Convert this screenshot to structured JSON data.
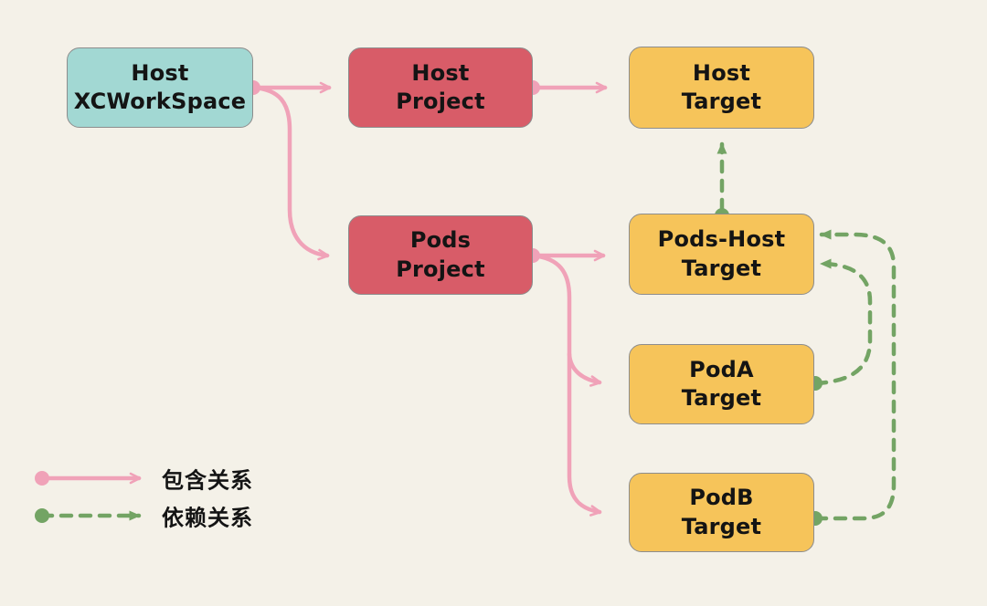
{
  "diagram": {
    "title": "XCWorkSpace / Pods project-target relationship diagram",
    "nodes": {
      "host_xcworkspace": {
        "label": "Host\nXCWorkSpace",
        "kind": "workspace"
      },
      "host_project": {
        "label": "Host\nProject",
        "kind": "project"
      },
      "host_target": {
        "label": "Host\nTarget",
        "kind": "target"
      },
      "pods_project": {
        "label": "Pods\nProject",
        "kind": "project"
      },
      "pods_host_target": {
        "label": "Pods-Host\nTarget",
        "kind": "target"
      },
      "poda_target": {
        "label": "PodA\nTarget",
        "kind": "target"
      },
      "podb_target": {
        "label": "PodB\nTarget",
        "kind": "target"
      }
    },
    "edges": [
      {
        "from": "host_xcworkspace",
        "to": "host_project",
        "type": "contains"
      },
      {
        "from": "host_xcworkspace",
        "to": "pods_project",
        "type": "contains"
      },
      {
        "from": "host_project",
        "to": "host_target",
        "type": "contains"
      },
      {
        "from": "pods_project",
        "to": "pods_host_target",
        "type": "contains"
      },
      {
        "from": "pods_project",
        "to": "poda_target",
        "type": "contains"
      },
      {
        "from": "pods_project",
        "to": "podb_target",
        "type": "contains"
      },
      {
        "from": "pods_host_target",
        "to": "host_target",
        "type": "depends"
      },
      {
        "from": "poda_target",
        "to": "pods_host_target",
        "type": "depends"
      },
      {
        "from": "podb_target",
        "to": "pods_host_target",
        "type": "depends"
      }
    ],
    "legend": {
      "contains_label": "包含关系",
      "depends_label": "依赖关系"
    },
    "colors": {
      "background": "#f4f1e8",
      "workspace_fill": "#a2d8d3",
      "project_fill": "#d85c68",
      "target_fill": "#f6c45a",
      "contain_arrow": "#f0a2b8",
      "depend_arrow": "#73a464",
      "box_border": "#8d8d8d",
      "text": "#141414"
    }
  }
}
